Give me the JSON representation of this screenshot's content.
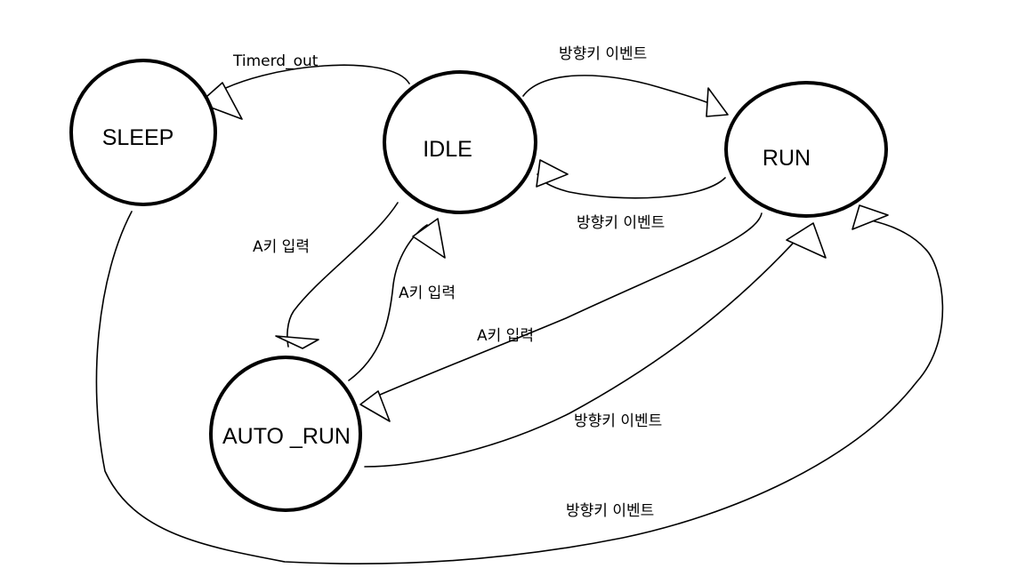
{
  "diagram": {
    "type": "state-transition",
    "states": {
      "sleep": "SLEEP",
      "idle": "IDLE",
      "run": "RUN",
      "auto_run": "AUTO _RUN"
    },
    "transitions": {
      "idle_to_sleep": "Timerd_out",
      "idle_to_run": "방향키 이벤트",
      "run_to_idle": "방향키 이벤트",
      "idle_to_auto_run": "A키 입력",
      "auto_run_to_idle": "A키 입력",
      "run_to_auto_run": "A키 입력",
      "auto_run_to_run": "방향키 이벤트",
      "sleep_to_run": "방향키 이벤트"
    }
  }
}
